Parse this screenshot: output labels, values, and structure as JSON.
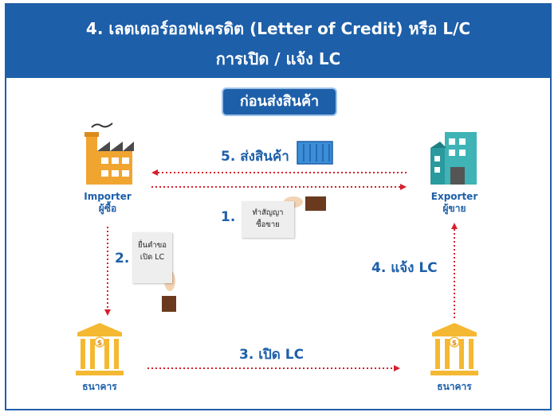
{
  "header": {
    "title_line1": "4. เลตเตอร์ออฟเครดิต (Letter of Credit) หรือ L/C",
    "title_line2": "การเปิด / แจ้ง LC"
  },
  "badge": {
    "label": "ก่อนส่งสินค้า"
  },
  "nodes": {
    "importer": {
      "label_en": "Importer",
      "label_th": "ผู้ซื้อ"
    },
    "exporter": {
      "label_en": "Exporter",
      "label_th": "ผู้ขาย"
    },
    "bank_left": {
      "label": "ธนาคาร"
    },
    "bank_right": {
      "label": "ธนาคาร"
    }
  },
  "steps": {
    "step1": {
      "number": "1.",
      "note_line1": "ทำสัญญา",
      "note_line2": "ซื้อขาย"
    },
    "step2": {
      "number": "2.",
      "note_line1": "ยื่นคำขอ",
      "note_line2": "เปิด LC"
    },
    "step3": {
      "label": "3. เปิด LC"
    },
    "step4": {
      "label": "4. แจ้ง LC"
    },
    "step5": {
      "label": "5. ส่งสินค้า"
    }
  },
  "colors": {
    "header_bg": "#1d5fa9",
    "label_blue": "#1d5fa9",
    "arrow_red": "#d61f2c",
    "factory_orange": "#f0a531",
    "building_teal": "#2a9a9f",
    "bank_gold": "#f5b833"
  },
  "icons": [
    "factory-icon",
    "office-building-icon",
    "bank-icon",
    "container-icon",
    "handshake-hand-icon",
    "document-hand-icon"
  ]
}
